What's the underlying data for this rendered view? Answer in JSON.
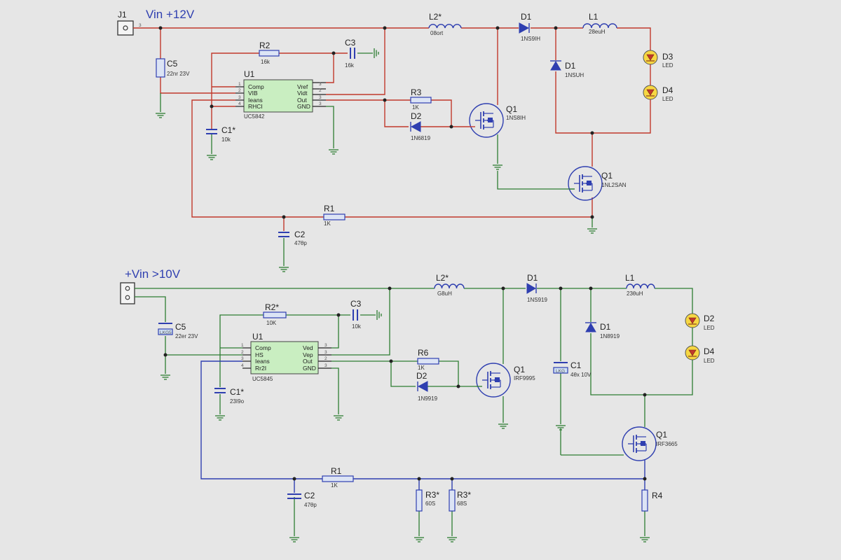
{
  "top": {
    "title": "Vin +12V",
    "connector": {
      "ref": "J1",
      "pin": "3"
    },
    "C5": {
      "ref": "C5",
      "value": "22nr 23V"
    },
    "R2": {
      "ref": "R2",
      "value": "16k"
    },
    "C3": {
      "ref": "C3",
      "value": "16k"
    },
    "U1": {
      "ref": "U1",
      "part": "UC5842",
      "left_pins": [
        "Comp",
        "VIB",
        "Ieans",
        "RHCI"
      ],
      "right_pins": [
        "Vref",
        "Vidt",
        "Out",
        "GND"
      ],
      "left_nums": [
        "1",
        "2",
        "3",
        "4"
      ],
      "right_nums": [
        "3",
        "2",
        "3",
        "3"
      ]
    },
    "C1": {
      "ref": "C1*",
      "value": "10k"
    },
    "R3": {
      "ref": "R3",
      "value": "1K"
    },
    "D2": {
      "ref": "D2",
      "value": "1N6819"
    },
    "Q1a": {
      "ref": "Q1",
      "value": "1NS8IH"
    },
    "L2": {
      "ref": "L2*",
      "value": "08ort"
    },
    "D1a": {
      "ref": "D1",
      "value": "1NS9IH"
    },
    "L1": {
      "ref": "L1",
      "value": "28euH"
    },
    "D1b": {
      "ref": "D1",
      "value": "1NSUH"
    },
    "D3": {
      "ref": "D3",
      "value": "LED"
    },
    "D4": {
      "ref": "D4",
      "value": "LED"
    },
    "Q1b": {
      "ref": "Q1",
      "value": "1NL2SAN"
    },
    "R1": {
      "ref": "R1",
      "value": "1K"
    },
    "C2": {
      "ref": "C2",
      "value": "47θp"
    }
  },
  "bottom": {
    "title": "+Vin >10V",
    "C5": {
      "ref": "C5",
      "value": "22er 23V",
      "body": "LKG5"
    },
    "R2": {
      "ref": "R2*",
      "value": "10K"
    },
    "C3": {
      "ref": "C3",
      "value": "10k"
    },
    "U1": {
      "ref": "U1",
      "part": "UC5845",
      "left_pins": [
        "Comp",
        "HS",
        "Ieans",
        "Rr2I"
      ],
      "right_pins": [
        "Ved",
        "Vep",
        "Out",
        "GND"
      ],
      "left_nums": [
        "1",
        "2",
        "3",
        "4"
      ],
      "right_nums": [
        "3",
        "3",
        "2",
        "3"
      ]
    },
    "C1a": {
      "ref": "C1*",
      "value": "23I9o"
    },
    "R6": {
      "ref": "R6",
      "value": "1K"
    },
    "D2": {
      "ref": "D2",
      "value": "1N9919"
    },
    "Q1a": {
      "ref": "Q1",
      "value": "IRF9995"
    },
    "L2": {
      "ref": "L2*",
      "value": "G8uH"
    },
    "D1a": {
      "ref": "D1",
      "value": "1NS919"
    },
    "L1": {
      "ref": "L1",
      "value": "23θuH"
    },
    "D1b": {
      "ref": "D1",
      "value": "1N8919"
    },
    "C1b": {
      "ref": "C1",
      "value": "4θx 10V",
      "body": "LKG"
    },
    "D2led": {
      "ref": "D2",
      "value": "LED"
    },
    "D4": {
      "ref": "D4",
      "value": "LED"
    },
    "Q1b": {
      "ref": "Q1",
      "value": "IRF3665"
    },
    "R1": {
      "ref": "R1",
      "value": "1K"
    },
    "C2": {
      "ref": "C2",
      "value": "47θp"
    },
    "R3a": {
      "ref": "R3*",
      "value": "60S"
    },
    "R3b": {
      "ref": "R3*",
      "value": "68S"
    },
    "R4": {
      "ref": "R4"
    }
  }
}
